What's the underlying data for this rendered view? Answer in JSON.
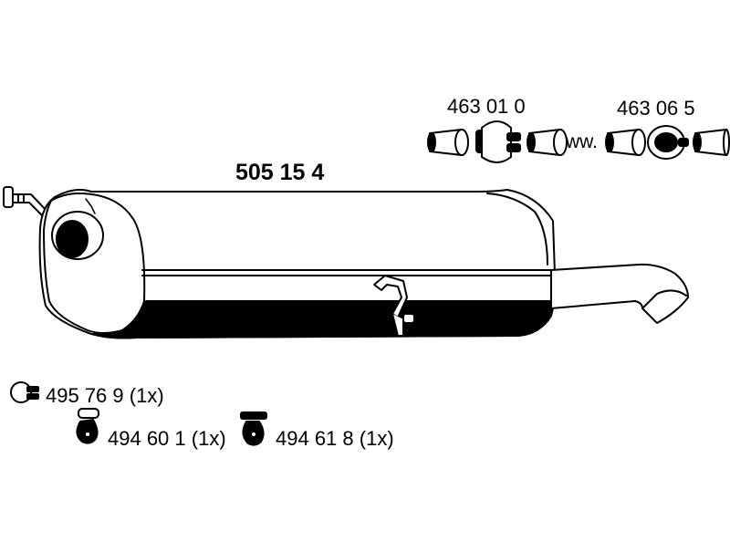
{
  "main_part": {
    "number": "505 15 4"
  },
  "kits": [
    {
      "number": "463 01 0"
    },
    {
      "number": "463 06 5"
    }
  ],
  "kit_separator": "ww.",
  "accessories": [
    {
      "number": "495 76 9",
      "qty": "(1x)",
      "icon": "pipe-clamp-icon"
    },
    {
      "number": "494 60 1",
      "qty": "(1x)",
      "icon": "rubber-hanger-icon"
    },
    {
      "number": "494 61 8",
      "qty": "(1x)",
      "icon": "rubber-hanger-icon"
    }
  ],
  "colors": {
    "ink": "#000000",
    "paper": "#ffffff"
  }
}
